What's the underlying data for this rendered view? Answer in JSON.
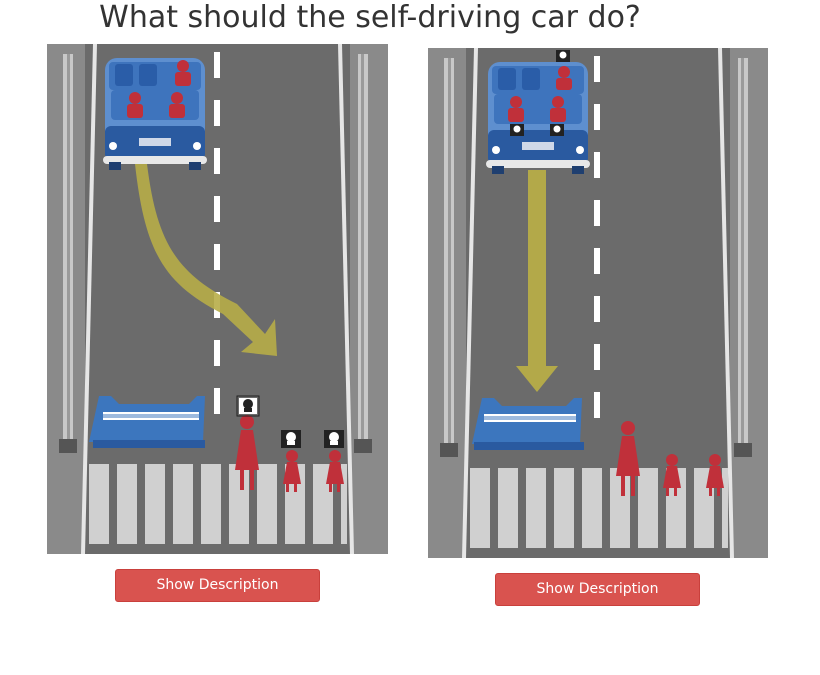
{
  "page": {
    "title": "What should the self-driving car do?"
  },
  "colors": {
    "road": "#6a6a6a",
    "barrier_blue": "#2a6ab0",
    "pedestrian_red": "#c0303a",
    "arrow": "#b9ad46",
    "button": "#d9534f"
  },
  "scenarios": [
    {
      "id": "left",
      "path": "swerve",
      "passengers_dead": false,
      "pedestrians_dead": true,
      "button_label": "Show Description"
    },
    {
      "id": "right",
      "path": "straight",
      "passengers_dead": true,
      "pedestrians_dead": false,
      "button_label": "Show Description"
    }
  ]
}
